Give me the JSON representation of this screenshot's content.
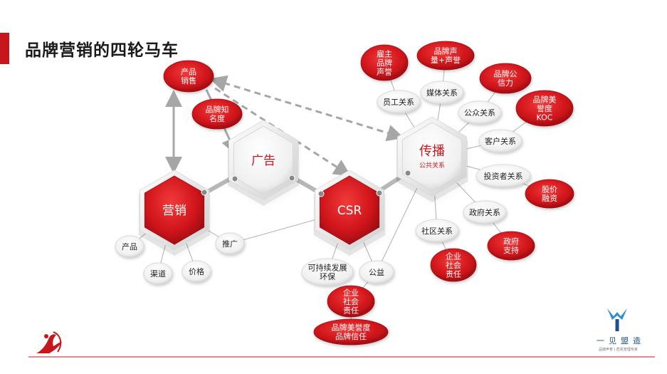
{
  "title": "品牌营销的四轮马车",
  "logo": {
    "name": "一见盟造",
    "tagline": "品牌声誉 | 危机管理专家"
  },
  "colors": {
    "red": "#c8161d",
    "gray": "#a0a0a0"
  },
  "hexes": [
    {
      "id": "marketing",
      "label": "营销",
      "sub": "",
      "style": "red"
    },
    {
      "id": "advert",
      "label": "广告",
      "sub": "",
      "style": "white"
    },
    {
      "id": "csr",
      "label": "CSR",
      "sub": "",
      "style": "red"
    },
    {
      "id": "pr",
      "label": "传播",
      "sub": "公共关系",
      "style": "white"
    }
  ],
  "red_nodes": [
    {
      "id": "product-sales",
      "lines": [
        "产品",
        "销售"
      ]
    },
    {
      "id": "brand-awareness",
      "lines": [
        "品牌知",
        "名度"
      ]
    },
    {
      "id": "employer-reputation",
      "lines": [
        "雇主",
        "品牌",
        "声誉"
      ]
    },
    {
      "id": "brand-voice",
      "lines": [
        "品牌声",
        "量+声誉"
      ]
    },
    {
      "id": "brand-credibility",
      "lines": [
        "品牌公",
        "信力"
      ]
    },
    {
      "id": "brand-koc",
      "lines": [
        "品牌美",
        "誉度",
        "KOC"
      ]
    },
    {
      "id": "stock-financing",
      "lines": [
        "股价",
        "融资"
      ]
    },
    {
      "id": "gov-support",
      "lines": [
        "政府",
        "支持"
      ]
    },
    {
      "id": "csr-responsibility-right",
      "lines": [
        "企业",
        "社会",
        "责任"
      ]
    },
    {
      "id": "csr-responsibility-bottom",
      "lines": [
        "企业",
        "社会",
        "责任"
      ]
    },
    {
      "id": "brand-trust",
      "lines": [
        "品牌美誉度",
        "品牌信任"
      ]
    }
  ],
  "white_nodes": [
    {
      "id": "product",
      "lines": [
        "产品"
      ]
    },
    {
      "id": "channel",
      "lines": [
        "渠道"
      ]
    },
    {
      "id": "price",
      "lines": [
        "价格"
      ]
    },
    {
      "id": "promotion",
      "lines": [
        "推广"
      ]
    },
    {
      "id": "sustainability",
      "lines": [
        "可持续发展",
        "环保"
      ]
    },
    {
      "id": "public-welfare",
      "lines": [
        "公益"
      ]
    },
    {
      "id": "employee-relations",
      "lines": [
        "员工关系"
      ]
    },
    {
      "id": "media-relations",
      "lines": [
        "媒体关系"
      ]
    },
    {
      "id": "public-relations",
      "lines": [
        "公众关系"
      ]
    },
    {
      "id": "customer-relations",
      "lines": [
        "客户关系"
      ]
    },
    {
      "id": "investor-relations",
      "lines": [
        "投资者关系"
      ]
    },
    {
      "id": "gov-relations",
      "lines": [
        "政府关系"
      ]
    },
    {
      "id": "community-relations",
      "lines": [
        "社区关系"
      ]
    }
  ]
}
